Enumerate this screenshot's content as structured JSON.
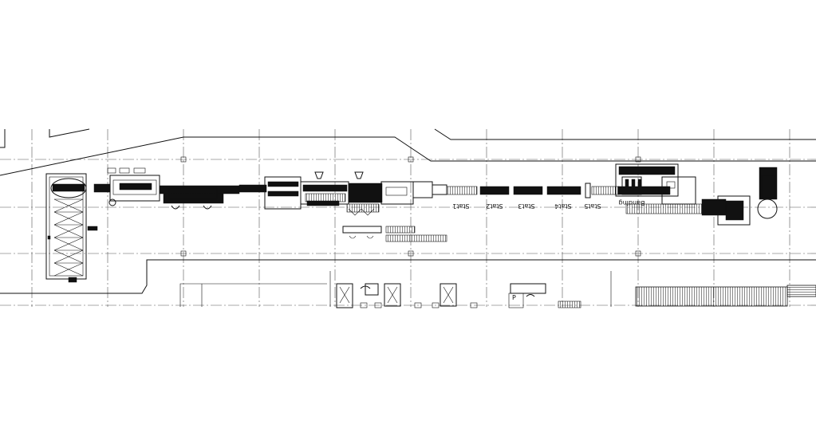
{
  "drawing": {
    "station_labels": [
      "Stat1",
      "Stat2",
      "Stat3",
      "Stat4",
      "Stat5"
    ],
    "banding_label": "Banding",
    "marker_letter": "P"
  }
}
